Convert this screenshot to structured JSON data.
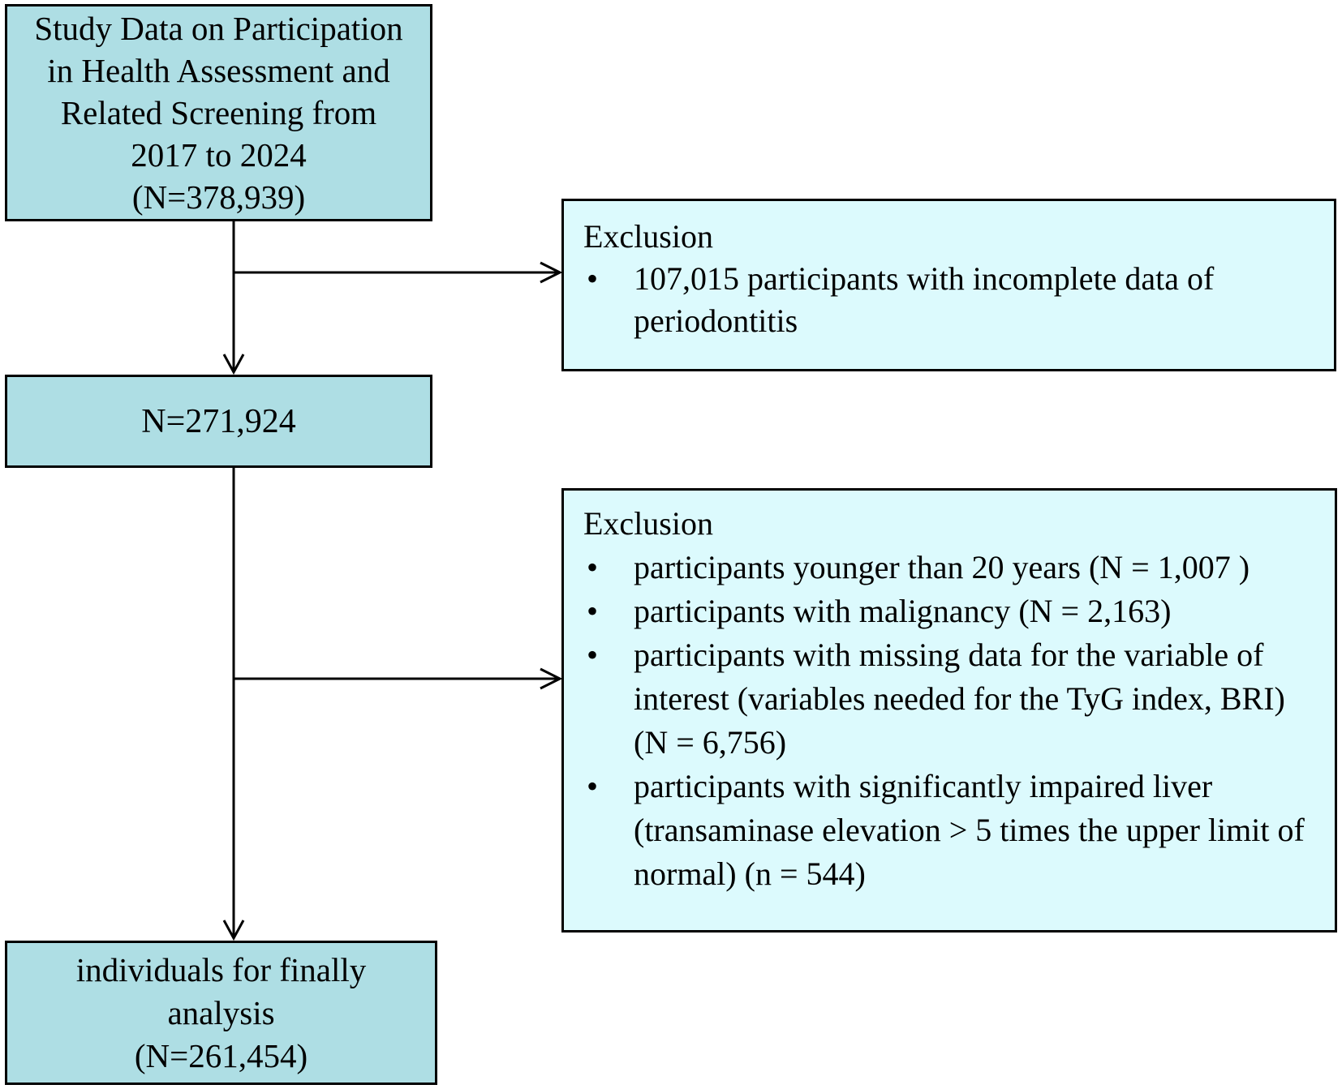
{
  "palette": {
    "main_box_fill": "#AEDEE4",
    "exclusion_box_fill": "#DCFAFD",
    "border_color": "#000000",
    "background": "#FFFFFF",
    "text_color": "#000000"
  },
  "bullet_char": "•",
  "flow": {
    "box1": {
      "lines": [
        "Study Data on Participation",
        "in Health Assessment and",
        "Related Screening from",
        "2017 to 2024",
        "(N=378,939)"
      ]
    },
    "exclusion1": {
      "heading": "Exclusion",
      "bullets": [
        "107,015 participants with incomplete data of periodontitis"
      ]
    },
    "box2": {
      "label": "N=271,924"
    },
    "exclusion2": {
      "heading": "Exclusion",
      "bullets": [
        "participants younger than 20 years (N = 1,007 )",
        "participants with malignancy (N = 2,163)",
        "participants with missing data for the variable of interest (variables needed for the TyG index, BRI) (N = 6,756)",
        "participants with significantly impaired liver (transaminase elevation > 5 times the upper limit of normal) (n = 544)"
      ]
    },
    "box3": {
      "lines": [
        "individuals for finally",
        "analysis",
        "(N=261,454)"
      ]
    }
  }
}
